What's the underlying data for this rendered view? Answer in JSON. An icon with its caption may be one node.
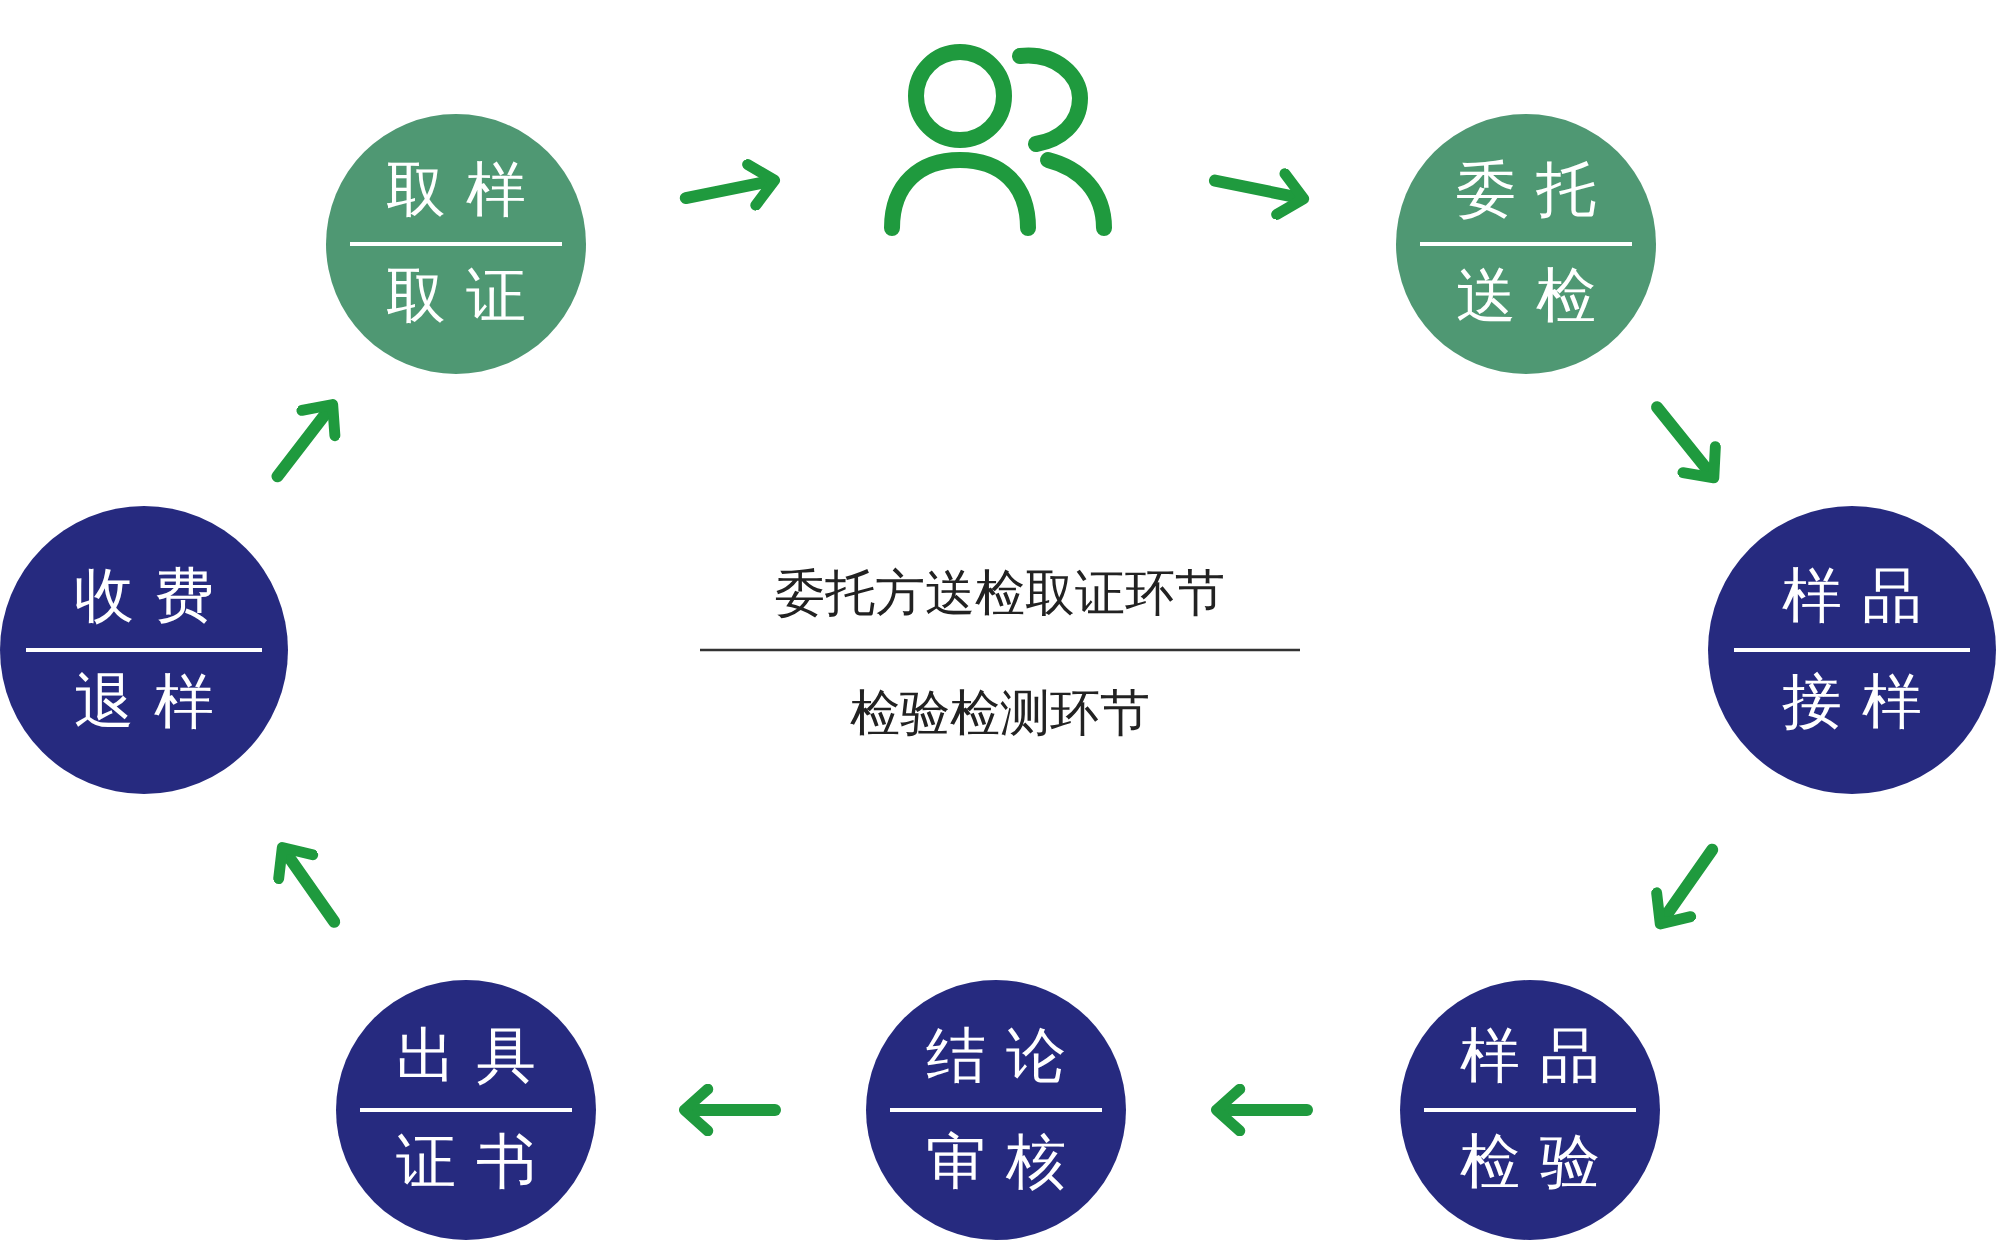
{
  "diagram": {
    "nodes": [
      {
        "text": [
          "取样",
          "取证"
        ]
      },
      {
        "text": [],
        "shape": "person"
      },
      {
        "text": [
          "委托",
          "送检"
        ]
      },
      {
        "text": [
          "样品",
          "接样"
        ]
      },
      {
        "text": [
          "样品",
          "检验"
        ]
      },
      {
        "text": [
          "结论",
          "审核"
        ]
      },
      {
        "text": [
          "出具",
          "证书"
        ]
      },
      {
        "text": [
          "收费",
          "退样"
        ]
      }
    ],
    "edges": [
      {
        "from": 0,
        "to": 1,
        "arrow": "to"
      },
      {
        "from": 1,
        "to": 2,
        "arrow": "to"
      },
      {
        "from": 2,
        "to": 3,
        "arrow": "to"
      },
      {
        "from": 3,
        "to": 4,
        "arrow": "to"
      },
      {
        "from": 4,
        "to": 5,
        "arrow": "to"
      },
      {
        "from": 5,
        "to": 6,
        "arrow": "to"
      },
      {
        "from": 6,
        "to": 7,
        "arrow": "to"
      },
      {
        "from": 7,
        "to": 0,
        "arrow": "to"
      }
    ],
    "labels": [
      "委托方送检取证环节",
      "检验检测环节"
    ]
  }
}
